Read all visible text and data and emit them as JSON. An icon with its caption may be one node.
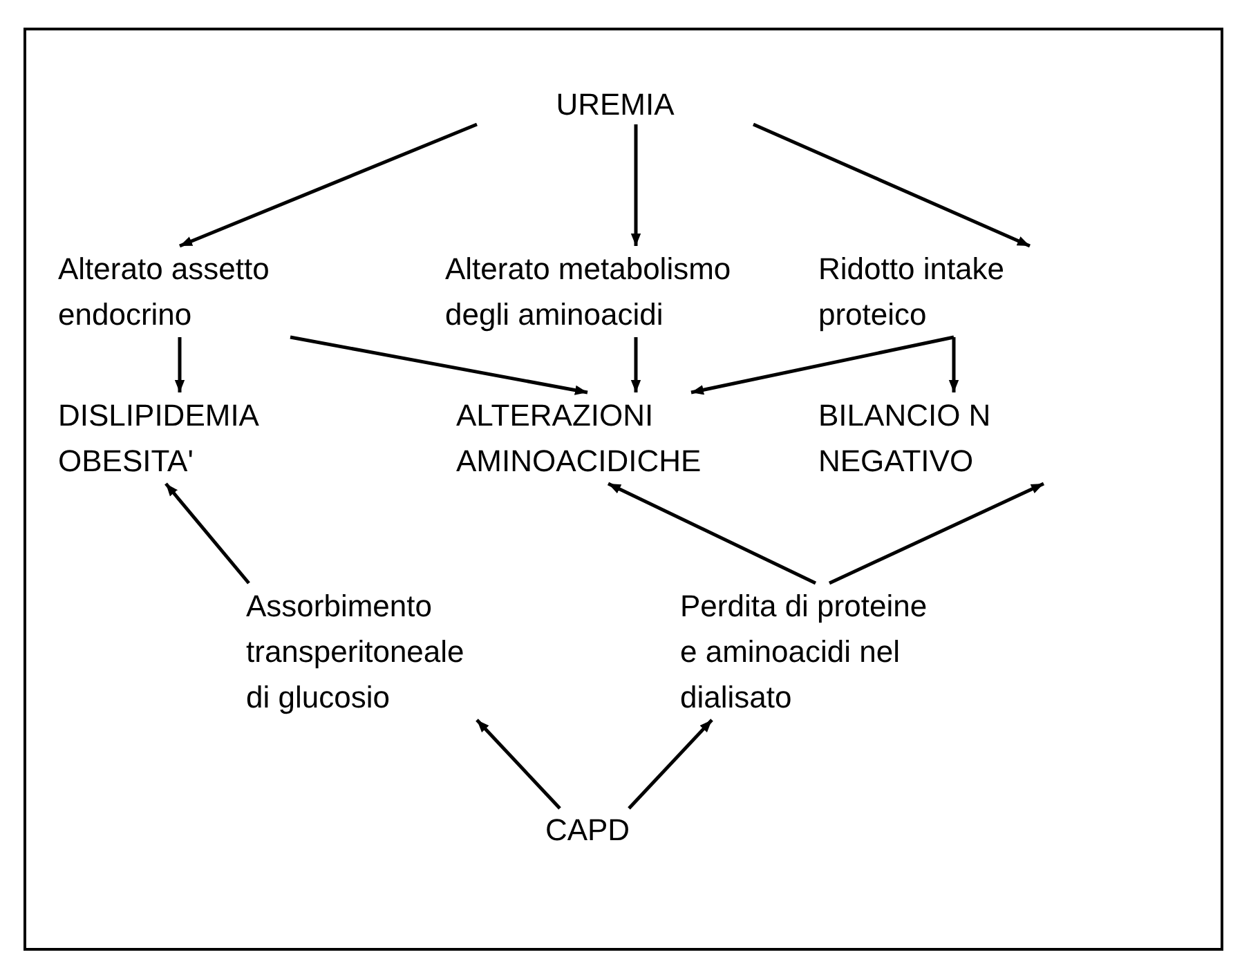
{
  "diagram": {
    "nodes": [
      {
        "text": [
          "UREMIA"
        ]
      },
      {
        "text": [
          "Alterato assetto endocrino"
        ]
      },
      {
        "text": [
          "Alterato metabolismo degli aminoacidi"
        ]
      },
      {
        "text": [
          "Ridotto intake proteico"
        ]
      },
      {
        "text": [
          "DISLIPIDEMIA OBESITA'"
        ]
      },
      {
        "text": [
          "ALTERAZIONI AMINOACIDICHE"
        ]
      },
      {
        "text": [
          "BILANCIO N NEGATIVO"
        ]
      },
      {
        "text": [
          "Assorbimento transperitoneale di glucosio"
        ]
      },
      {
        "text": [
          "Perdita di proteine e aminoacidi nel dialisato"
        ]
      },
      {
        "text": [
          "CAPD"
        ]
      }
    ],
    "edges": [
      {
        "from": 0,
        "to": 1,
        "arrow": "to"
      },
      {
        "from": 0,
        "to": 2,
        "arrow": "to"
      },
      {
        "from": 0,
        "to": 3,
        "arrow": "to"
      },
      {
        "from": 1,
        "to": 4,
        "arrow": "to"
      },
      {
        "from": 1,
        "to": 5,
        "arrow": "to"
      },
      {
        "from": 2,
        "to": 5,
        "arrow": "to"
      },
      {
        "from": 3,
        "to": 5,
        "arrow": "to"
      },
      {
        "from": 3,
        "to": 6,
        "arrow": "to"
      },
      {
        "from": 7,
        "to": 4,
        "arrow": "to"
      },
      {
        "from": 8,
        "to": 5,
        "arrow": "to"
      },
      {
        "from": 8,
        "to": 6,
        "arrow": "to"
      },
      {
        "from": 9,
        "to": 7,
        "arrow": "to"
      },
      {
        "from": 9,
        "to": 8,
        "arrow": "to"
      }
    ]
  }
}
